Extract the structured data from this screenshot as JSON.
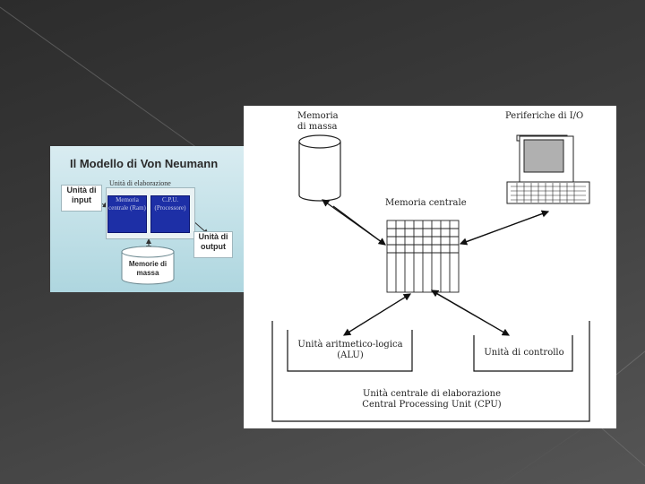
{
  "left_diagram": {
    "title": "Il Modello di Von Neumann",
    "processing_unit_label": "Unità di elaborazione",
    "input_label": "Unità di input",
    "memory_label": "Memoria centrale (Ram)",
    "cpu_label": "C.P.U. (Processore)",
    "output_label": "Unità di output",
    "mass_storage_label": "Memorie di massa"
  },
  "right_diagram": {
    "mass_memory_label": "Memoria di massa",
    "io_label": "Periferiche di I/O",
    "central_memory_label": "Memoria centrale",
    "alu_label_line1": "Unità aritmetico-logica",
    "alu_label_line2": "(ALU)",
    "control_unit_label": "Unità di controllo",
    "cpu_label_line1": "Unità centrale di elaborazione",
    "cpu_label_line2": "Central Processing Unit (CPU)"
  },
  "colors": {
    "background": "#3a3a3a",
    "left_panel": "#c3e1e8",
    "cpu_block": "#1d2fa6"
  }
}
